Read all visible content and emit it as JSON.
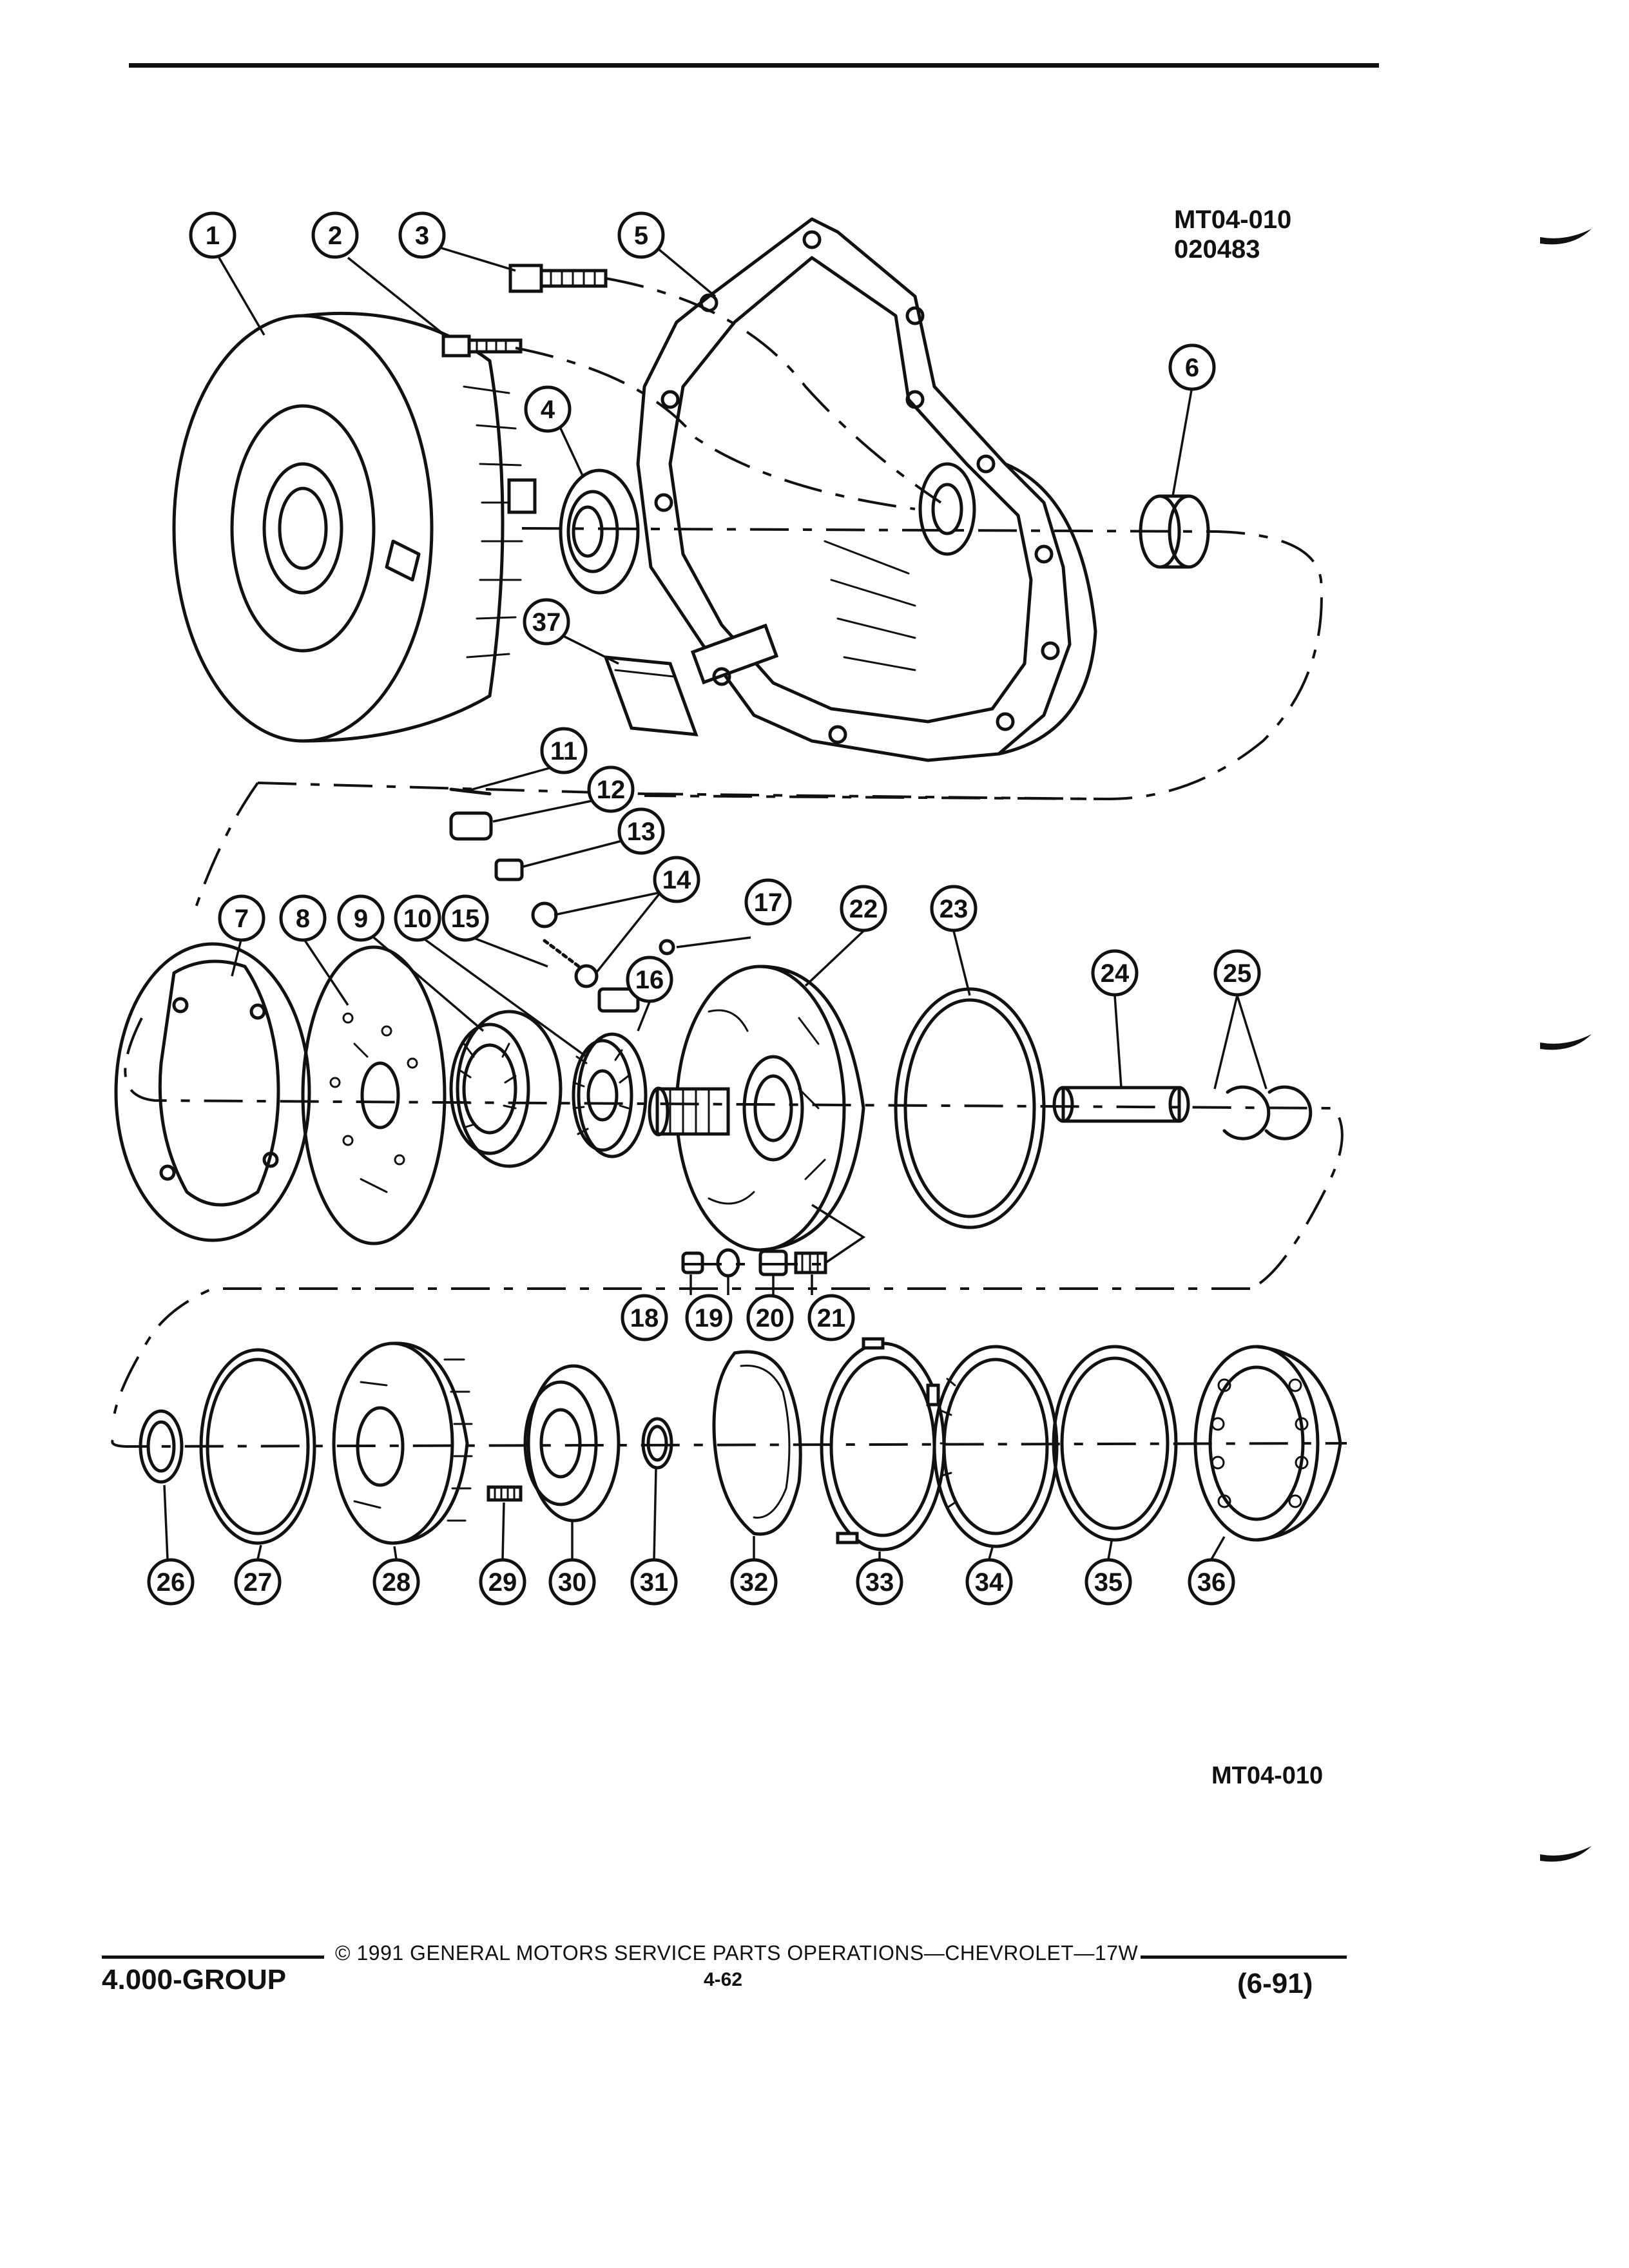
{
  "figure": {
    "code": "MT04-010",
    "date_code": "020483",
    "code_bottom": "MT04-010"
  },
  "callouts": [
    "1",
    "2",
    "3",
    "4",
    "5",
    "6",
    "7",
    "8",
    "9",
    "10",
    "11",
    "12",
    "13",
    "14",
    "15",
    "16",
    "17",
    "18",
    "19",
    "20",
    "21",
    "22",
    "23",
    "24",
    "25",
    "26",
    "27",
    "28",
    "29",
    "30",
    "31",
    "32",
    "33",
    "34",
    "35",
    "36",
    "37"
  ],
  "footer": {
    "group": "4.000-GROUP",
    "copyright": "© 1991 GENERAL MOTORS SERVICE PARTS OPERATIONS—CHEVROLET—17W",
    "page": "4-62",
    "date": "(6-91)"
  },
  "colors": {
    "ink": "#111111",
    "paper": "#ffffff"
  }
}
